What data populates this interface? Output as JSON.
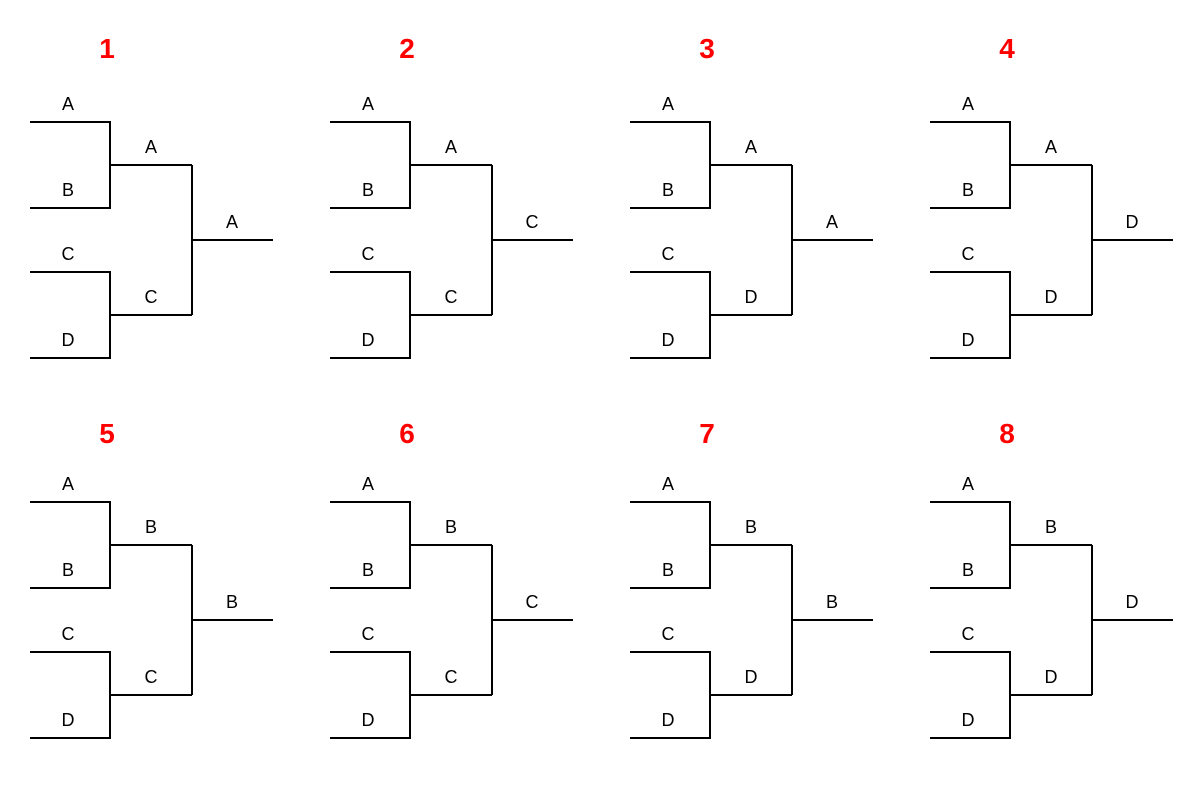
{
  "diagram_type": "tournament-brackets",
  "description": "Eight 4-player single-elimination bracket outcome diagrams numbered 1-8",
  "colors": {
    "title": "#ff0000",
    "line": "#000000",
    "label": "#000000",
    "background": "#ffffff"
  },
  "brackets": [
    {
      "number": "1",
      "players": [
        "A",
        "B",
        "C",
        "D"
      ],
      "semifinal_winners": [
        "A",
        "C"
      ],
      "champion": "A"
    },
    {
      "number": "2",
      "players": [
        "A",
        "B",
        "C",
        "D"
      ],
      "semifinal_winners": [
        "A",
        "C"
      ],
      "champion": "C"
    },
    {
      "number": "3",
      "players": [
        "A",
        "B",
        "C",
        "D"
      ],
      "semifinal_winners": [
        "A",
        "D"
      ],
      "champion": "A"
    },
    {
      "number": "4",
      "players": [
        "A",
        "B",
        "C",
        "D"
      ],
      "semifinal_winners": [
        "A",
        "D"
      ],
      "champion": "D"
    },
    {
      "number": "5",
      "players": [
        "A",
        "B",
        "C",
        "D"
      ],
      "semifinal_winners": [
        "B",
        "C"
      ],
      "champion": "B"
    },
    {
      "number": "6",
      "players": [
        "A",
        "B",
        "C",
        "D"
      ],
      "semifinal_winners": [
        "B",
        "C"
      ],
      "champion": "C"
    },
    {
      "number": "7",
      "players": [
        "A",
        "B",
        "C",
        "D"
      ],
      "semifinal_winners": [
        "B",
        "D"
      ],
      "champion": "B"
    },
    {
      "number": "8",
      "players": [
        "A",
        "B",
        "C",
        "D"
      ],
      "semifinal_winners": [
        "B",
        "D"
      ],
      "champion": "D"
    }
  ]
}
